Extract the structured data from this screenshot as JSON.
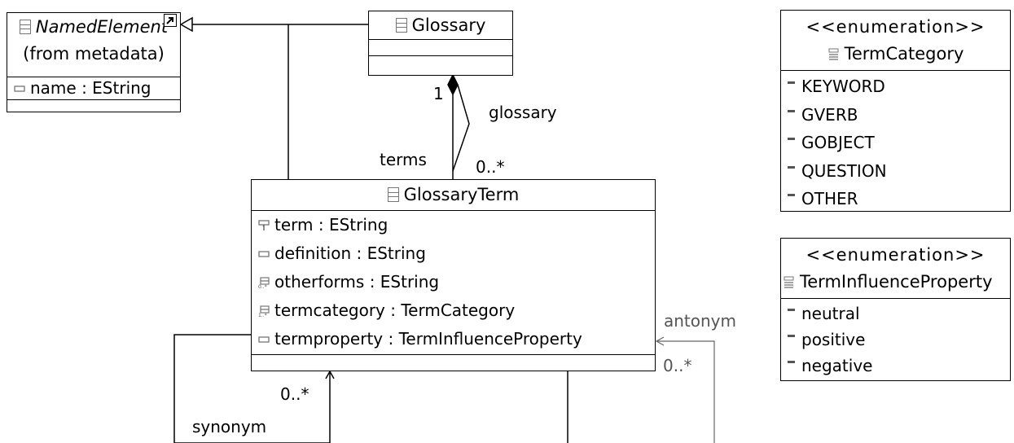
{
  "named_element": {
    "name": "NamedElement",
    "from": "(from metadata)",
    "attributes": [
      {
        "text": "name : EString",
        "icon": "attribute-icon"
      }
    ]
  },
  "glossary": {
    "name": "Glossary"
  },
  "glossary_term": {
    "name": "GlossaryTerm",
    "attributes": [
      {
        "text": "term : EString",
        "icon": "id-attribute-icon"
      },
      {
        "text": "definition : EString",
        "icon": "attribute-icon"
      },
      {
        "text": "otherforms : EString",
        "icon": "many-attribute-icon"
      },
      {
        "text": "termcategory : TermCategory",
        "icon": "many-attribute-icon"
      },
      {
        "text": "termproperty : TermInfluenceProperty",
        "icon": "attribute-icon"
      }
    ]
  },
  "term_category": {
    "stereotype": "<<enumeration>>",
    "name": "TermCategory",
    "literals": [
      "KEYWORD",
      "GVERB",
      "GOBJECT",
      "QUESTION",
      "OTHER"
    ]
  },
  "term_influence_property": {
    "stereotype": "<<enumeration>>",
    "name": "TermInfluenceProperty",
    "literals": [
      "neutral",
      "positive",
      "negative"
    ]
  },
  "associations": {
    "glossary_multiplicity": "1",
    "glossary_role": "glossary",
    "terms_role": "terms",
    "terms_multiplicity": "0..*",
    "antonym_role": "antonym",
    "antonym_multiplicity": "0..*",
    "synonym_role": "synonym",
    "synonym_multiplicity": "0..*"
  },
  "colors": {
    "line": "#000000",
    "secondary_text": "#555555",
    "icon": "#777777"
  }
}
